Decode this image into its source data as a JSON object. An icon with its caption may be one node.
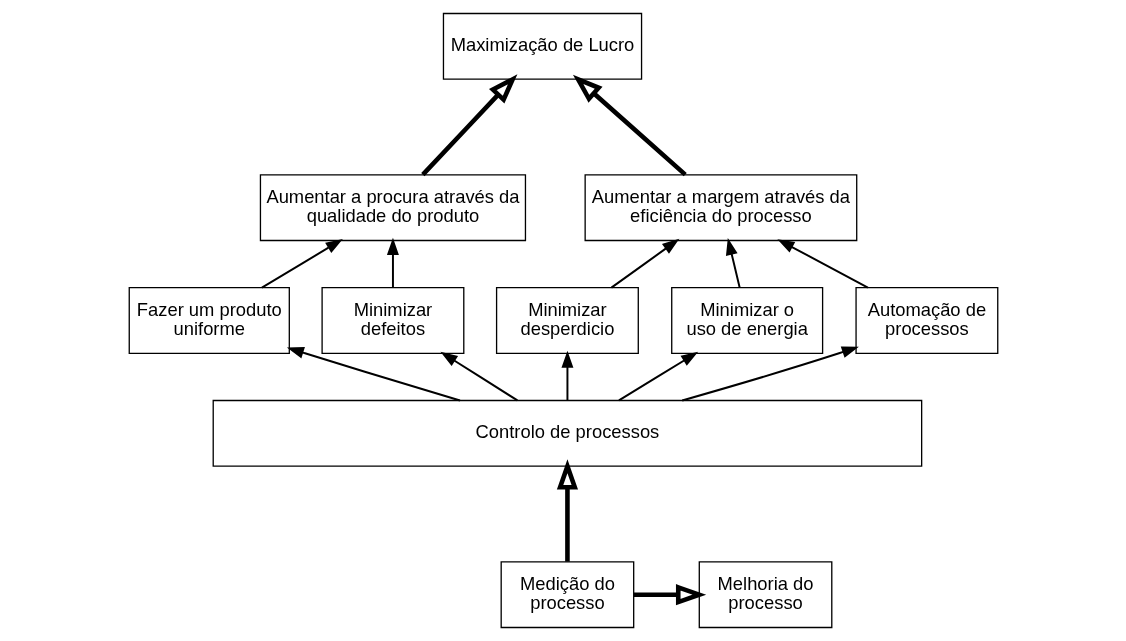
{
  "diagram": {
    "nodes": [
      {
        "text": [
          "Maximização de Lucro"
        ]
      },
      {
        "text": [
          "Aumentar a procura através da qualidade do produto"
        ]
      },
      {
        "text": [
          "Aumentar a margem através da eficiência do processo"
        ]
      },
      {
        "text": [
          "Fazer um produto uniforme"
        ]
      },
      {
        "text": [
          "Minimizar defeitos"
        ]
      },
      {
        "text": [
          "Minimizar desperdicio"
        ]
      },
      {
        "text": [
          "Minimizar o uso de energia"
        ]
      },
      {
        "text": [
          "Automação de processos"
        ]
      },
      {
        "text": [
          "Controlo de processos"
        ]
      },
      {
        "text": [
          "Medição do processo"
        ]
      },
      {
        "text": [
          "Melhoria do processo"
        ]
      }
    ],
    "edges": [
      {
        "from": 1,
        "to": 0,
        "arrow": "to",
        "style": "thick"
      },
      {
        "from": 2,
        "to": 0,
        "arrow": "to",
        "style": "thick"
      },
      {
        "from": 3,
        "to": 1,
        "arrow": "to"
      },
      {
        "from": 4,
        "to": 1,
        "arrow": "to"
      },
      {
        "from": 5,
        "to": 2,
        "arrow": "to"
      },
      {
        "from": 6,
        "to": 2,
        "arrow": "to"
      },
      {
        "from": 7,
        "to": 2,
        "arrow": "to"
      },
      {
        "from": 8,
        "to": 3,
        "arrow": "to"
      },
      {
        "from": 8,
        "to": 4,
        "arrow": "to"
      },
      {
        "from": 8,
        "to": 5,
        "arrow": "to"
      },
      {
        "from": 8,
        "to": 6,
        "arrow": "to"
      },
      {
        "from": 8,
        "to": 7,
        "arrow": "to"
      },
      {
        "from": 9,
        "to": 8,
        "arrow": "to",
        "style": "thick"
      },
      {
        "from": 9,
        "to": 10,
        "arrow": "to",
        "style": "thick"
      }
    ]
  }
}
